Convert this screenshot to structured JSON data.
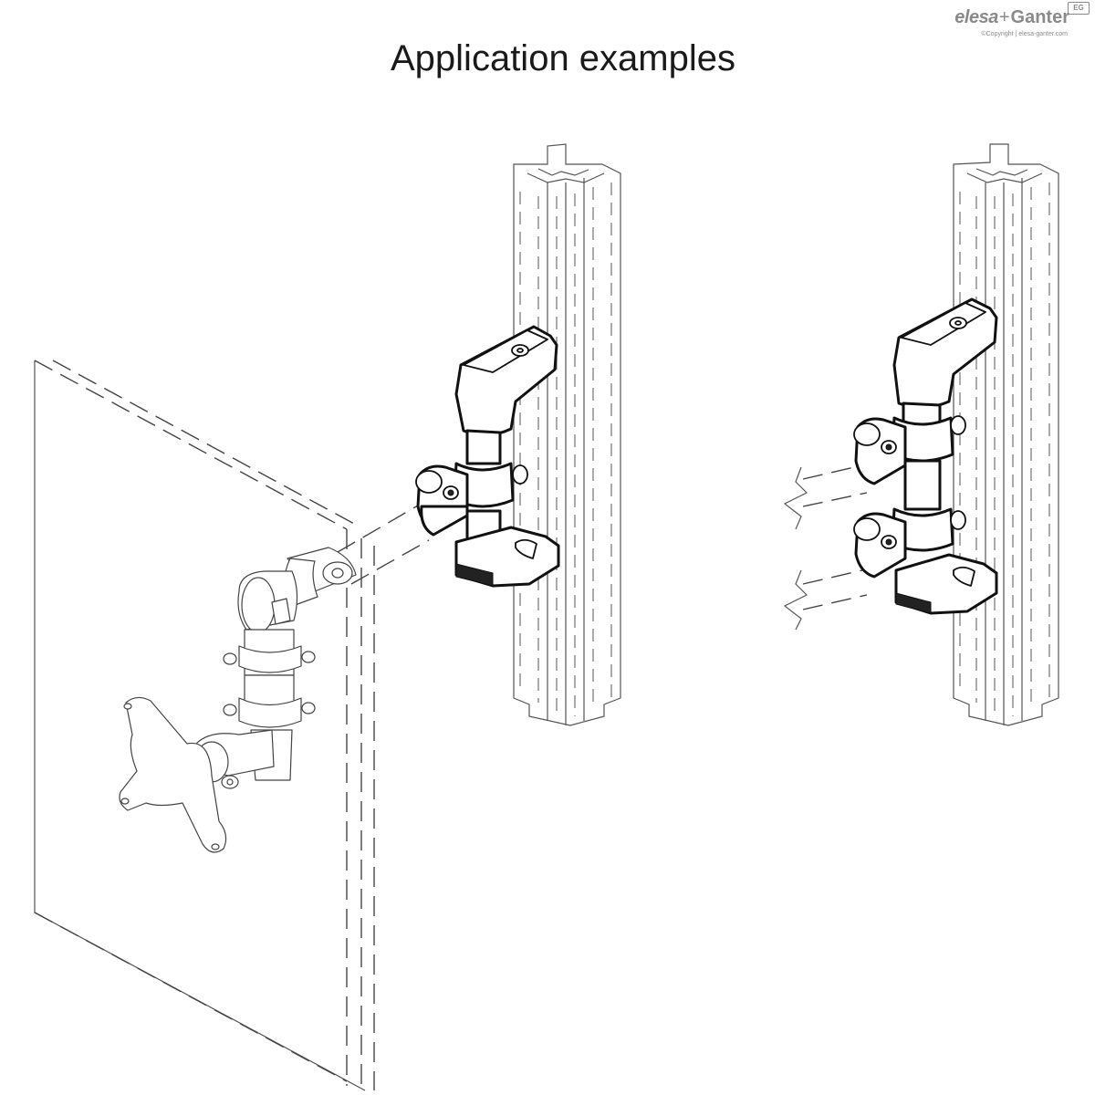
{
  "title": "Application examples",
  "logo": {
    "brand_elesa": "elesa",
    "brand_plus": "+",
    "brand_ganter": "Ganter",
    "badge": "EG",
    "copyright": "©Copyright | elesa-ganter.com"
  },
  "colors": {
    "line": "#111111",
    "ghost_line": "#555555",
    "logo_gray": "#8a8a8a",
    "background": "#ffffff"
  }
}
